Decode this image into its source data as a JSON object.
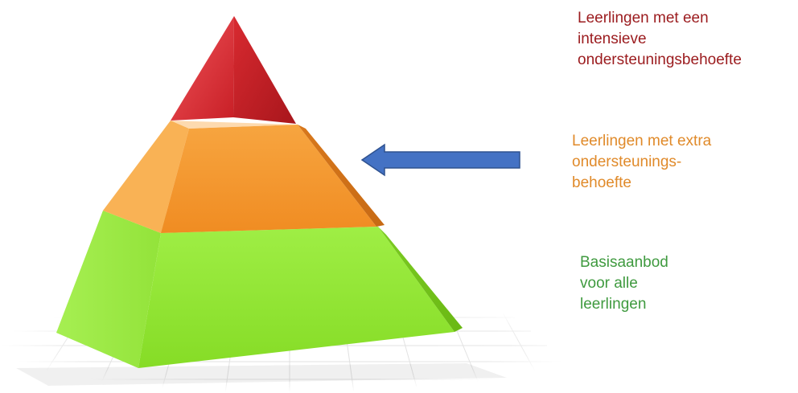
{
  "colors": {
    "tier_top": "#e8333a",
    "tier_middle": "#f4952c",
    "tier_bottom": "#94e83a",
    "arrow": "#4472c4",
    "arrow_outline": "#2f528f",
    "label_top": "#9b1b1e",
    "label_middle": "#e08a2a",
    "label_bottom": "#3f9a3f"
  },
  "labels": {
    "top": {
      "lines": [
        "Leerlingen met een",
        "intensieve",
        "ondersteuningsbehoefte"
      ]
    },
    "middle": {
      "lines": [
        "Leerlingen met extra",
        "ondersteunings-",
        "behoefte"
      ]
    },
    "bottom": {
      "lines": [
        "Basisaanbod",
        "voor alle",
        "leerlingen"
      ]
    }
  },
  "icons": {
    "arrow": "left-arrow-icon"
  }
}
